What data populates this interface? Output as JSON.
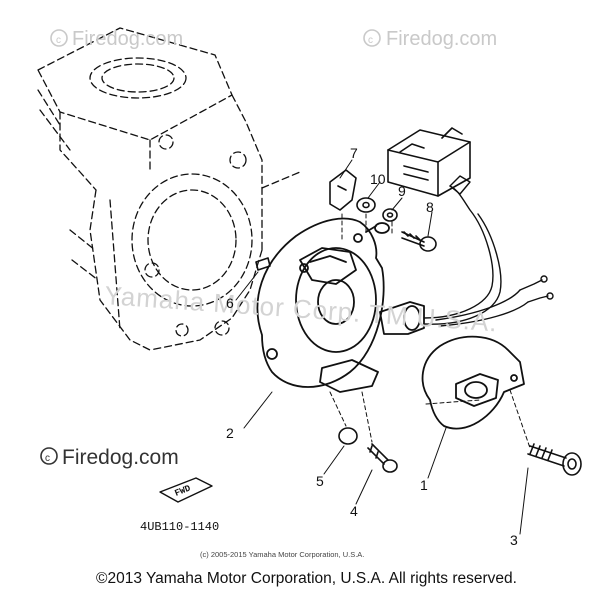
{
  "watermark": {
    "site": "Firedog.com",
    "brand_line": "Yamaha Motor Corp. TM U.S.A."
  },
  "callouts": {
    "c1": "1",
    "c2": "2",
    "c3": "3",
    "c4": "4",
    "c5": "5",
    "c6": "6",
    "c7": "7",
    "c8": "8",
    "c9": "9",
    "c10": "10"
  },
  "diagram_code": "4UB110-1140",
  "fwd_tag": "FWD",
  "small_copyright": "(c) 2005-2015 Yamaha Motor Corporation, U.S.A.",
  "footer": "©2013 Yamaha Motor Corporation, U.S.A. All rights reserved.",
  "colors": {
    "ink": "#111111",
    "watermark": "#c9c9c9",
    "background": "#ffffff"
  }
}
